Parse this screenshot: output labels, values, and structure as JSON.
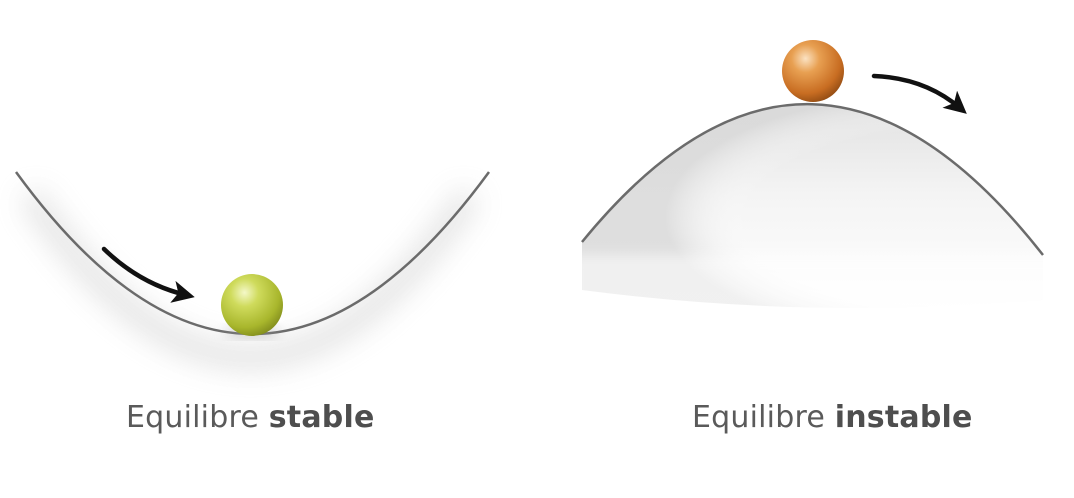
{
  "diagram": {
    "stable": {
      "caption_regular": "Equilibre",
      "caption_bold": "stable",
      "ball_color": "#b5c43a",
      "ball_icon": "green-sphere",
      "arrow_icon": "curved-arrow-down-right"
    },
    "unstable": {
      "caption_regular": "Equilibre",
      "caption_bold": "instable",
      "ball_color": "#cf7a2a",
      "ball_icon": "orange-sphere",
      "arrow_icon": "curved-arrow-down-right"
    },
    "curve_color": "#6b6b6b",
    "arrow_color": "#111111",
    "text_color": "#5a5a5a"
  }
}
